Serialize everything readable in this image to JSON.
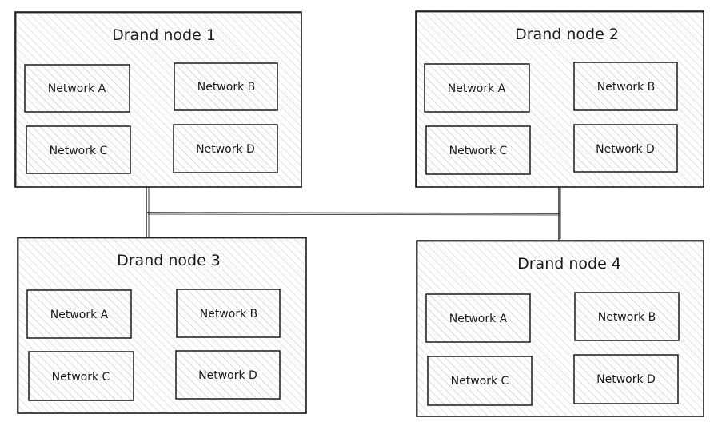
{
  "diagram": {
    "nodes": [
      {
        "title": "Drand node 1",
        "networks": [
          "Network A",
          "Network B",
          "Network C",
          "Network D"
        ]
      },
      {
        "title": "Drand node 2",
        "networks": [
          "Network A",
          "Network B",
          "Network C",
          "Network D"
        ]
      },
      {
        "title": "Drand node 3",
        "networks": [
          "Network A",
          "Network B",
          "Network C",
          "Network D"
        ]
      },
      {
        "title": "Drand node 4",
        "networks": [
          "Network A",
          "Network B",
          "Network C",
          "Network D"
        ]
      }
    ],
    "connections": [
      {
        "from": "Drand node 1",
        "to": "Drand node 2"
      },
      {
        "from": "Drand node 1",
        "to": "Drand node 3"
      },
      {
        "from": "Drand node 2",
        "to": "Drand node 4"
      }
    ]
  }
}
